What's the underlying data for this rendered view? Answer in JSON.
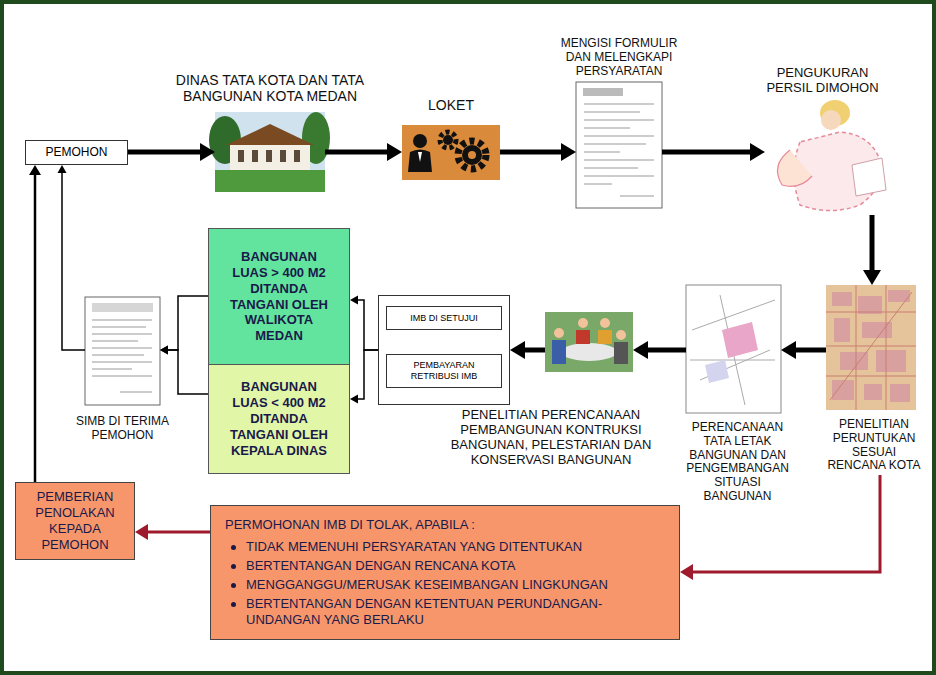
{
  "diagram": {
    "nodes": [
      {
        "text": [
          "PEMOHON"
        ]
      },
      {
        "text": [
          "DINAS TATA KOTA DAN TATA BANGUNAN KOTA MEDAN"
        ]
      },
      {
        "text": [
          "LOKET"
        ]
      },
      {
        "text": [
          "MENGISI FORMULIR DAN MELENGKAPI PERSYARATAN"
        ]
      },
      {
        "text": [
          "PENGUKURAN PERSIL DIMOHON"
        ]
      },
      {
        "text": [
          "PENELITIAN PERUNTUKAN SESUAI RENCANA KOTA"
        ]
      },
      {
        "text": [
          "PERENCANAAN TATA LETAK BANGUNAN DAN PENGEMBANGAN SITUASI BANGUNAN"
        ]
      },
      {
        "text": [
          "PENELITIAN PERENCANAAN PEMBANGUNAN KONTRUKSI BANGUNAN, PELESTARIAN DAN KONSERVASI BANGUNAN"
        ]
      },
      {
        "text": []
      },
      {
        "text": [
          "IMB DI SETUJUI"
        ],
        "in": 8
      },
      {
        "text": [
          "PEMBAYARAN RETRIBUSI IMB"
        ],
        "in": 8
      },
      {
        "text": [
          "BANGUNAN LUAS > 400 M2 DITANDA TANGANI OLEH WALIKOTA MEDAN"
        ]
      },
      {
        "text": [
          "BANGUNAN LUAS < 400 M2 DITANDA TANGANI OLEH KEPALA DINAS"
        ]
      },
      {
        "text": [
          "SIMB DI TERIMA PEMOHON"
        ]
      },
      {
        "text": [
          "PERMOHONAN IMB DI TOLAK, APABILA :",
          "TIDAK MEMENUHI PERSYARATAN YANG DITENTUKAN",
          "BERTENTANGAN DENGAN RENCANA KOTA",
          "MENGGANGGU/MERUSAK KESEIMBANGAN LINGKUNGAN",
          "BERTENTANGAN DENGAN KETENTUAN PERUNDANGAN-UNDANGAN YANG BERLAKU"
        ]
      },
      {
        "text": [
          "PEMBERIAN PENOLAKAN KEPADA PEMOHON"
        ]
      }
    ],
    "edges": [
      {
        "from": 0,
        "to": 1,
        "arrow": "to"
      },
      {
        "from": 1,
        "to": 2,
        "arrow": "to"
      },
      {
        "from": 2,
        "to": 3,
        "arrow": "to"
      },
      {
        "from": 3,
        "to": 4,
        "arrow": "to"
      },
      {
        "from": 4,
        "to": 5,
        "arrow": "to"
      },
      {
        "from": 5,
        "to": 6,
        "arrow": "to"
      },
      {
        "from": 6,
        "to": 7,
        "arrow": "to"
      },
      {
        "from": 7,
        "to": 8,
        "arrow": "to"
      },
      {
        "from": 8,
        "to": 11,
        "arrow": "to"
      },
      {
        "from": 8,
        "to": 12,
        "arrow": "to"
      },
      {
        "from": 11,
        "to": 13,
        "arrow": "to"
      },
      {
        "from": 12,
        "to": 13,
        "arrow": "to"
      },
      {
        "from": 13,
        "to": 0,
        "arrow": "to"
      },
      {
        "from": 5,
        "to": 14,
        "arrow": "to"
      },
      {
        "from": 14,
        "to": 15,
        "arrow": "to"
      },
      {
        "from": 15,
        "to": 0,
        "arrow": "to"
      }
    ]
  }
}
